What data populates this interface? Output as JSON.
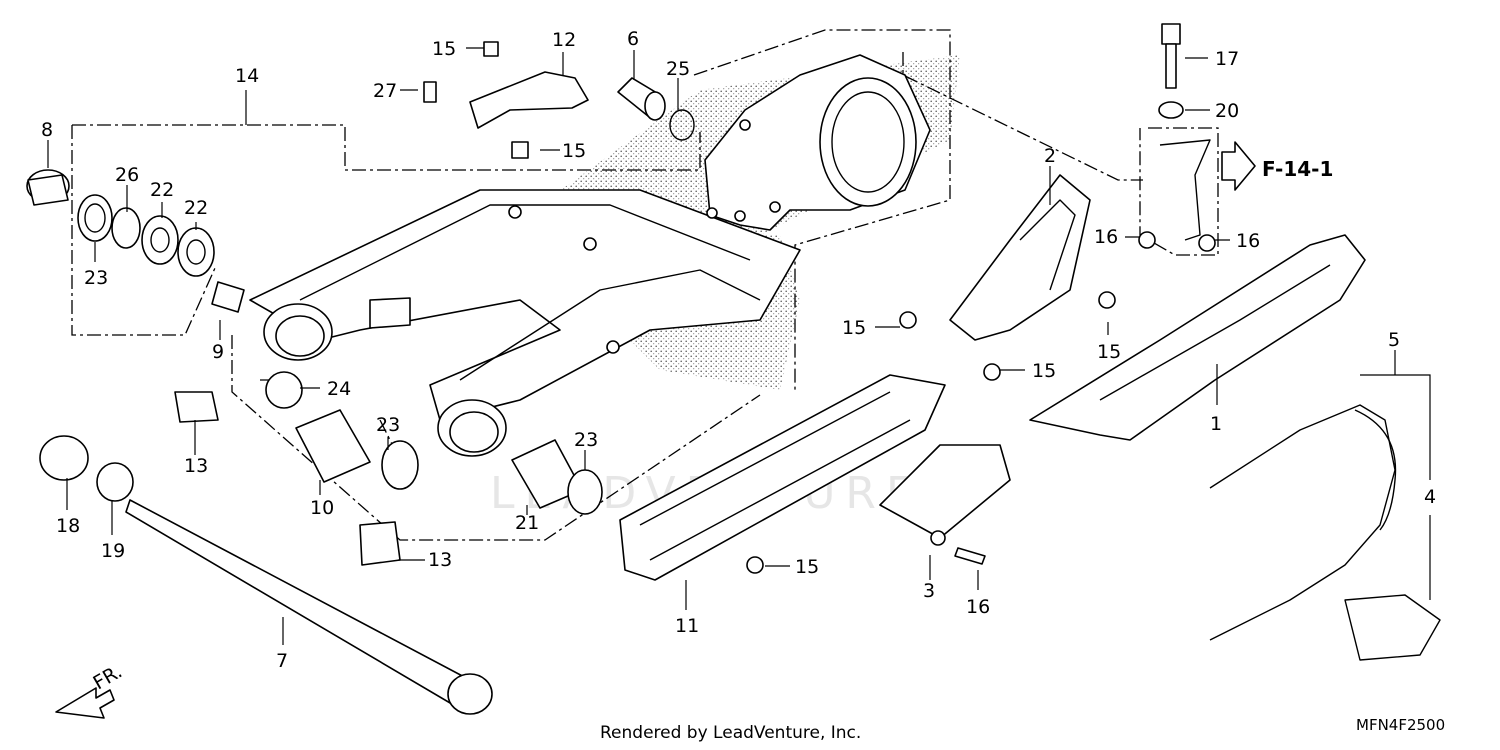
{
  "diagram": {
    "callouts": {
      "c1": "1",
      "c2": "2",
      "c3": "3",
      "c4": "4",
      "c5": "5",
      "c6": "6",
      "c7": "7",
      "c8": "8",
      "c9": "9",
      "c10": "10",
      "c11": "11",
      "c12": "12",
      "c13a": "13",
      "c13b": "13",
      "c14": "14",
      "c15a": "15",
      "c15b": "15",
      "c15c": "15",
      "c15d": "15",
      "c15e": "15",
      "c15f": "15",
      "c16a": "16",
      "c16b": "16",
      "c16c": "16",
      "c17": "17",
      "c18": "18",
      "c19": "19",
      "c20": "20",
      "c21": "21",
      "c22a": "22",
      "c22b": "22",
      "c23a": "23",
      "c23b": "23",
      "c23c": "23",
      "c24": "24",
      "c25": "25",
      "c26": "26",
      "c27": "27"
    },
    "reference": "F-14-1",
    "front_marker": "FR.",
    "footer": "Rendered by LeadVenture, Inc.",
    "diagram_code": "MFN4F2500",
    "watermark": "LEADVENTURE"
  }
}
